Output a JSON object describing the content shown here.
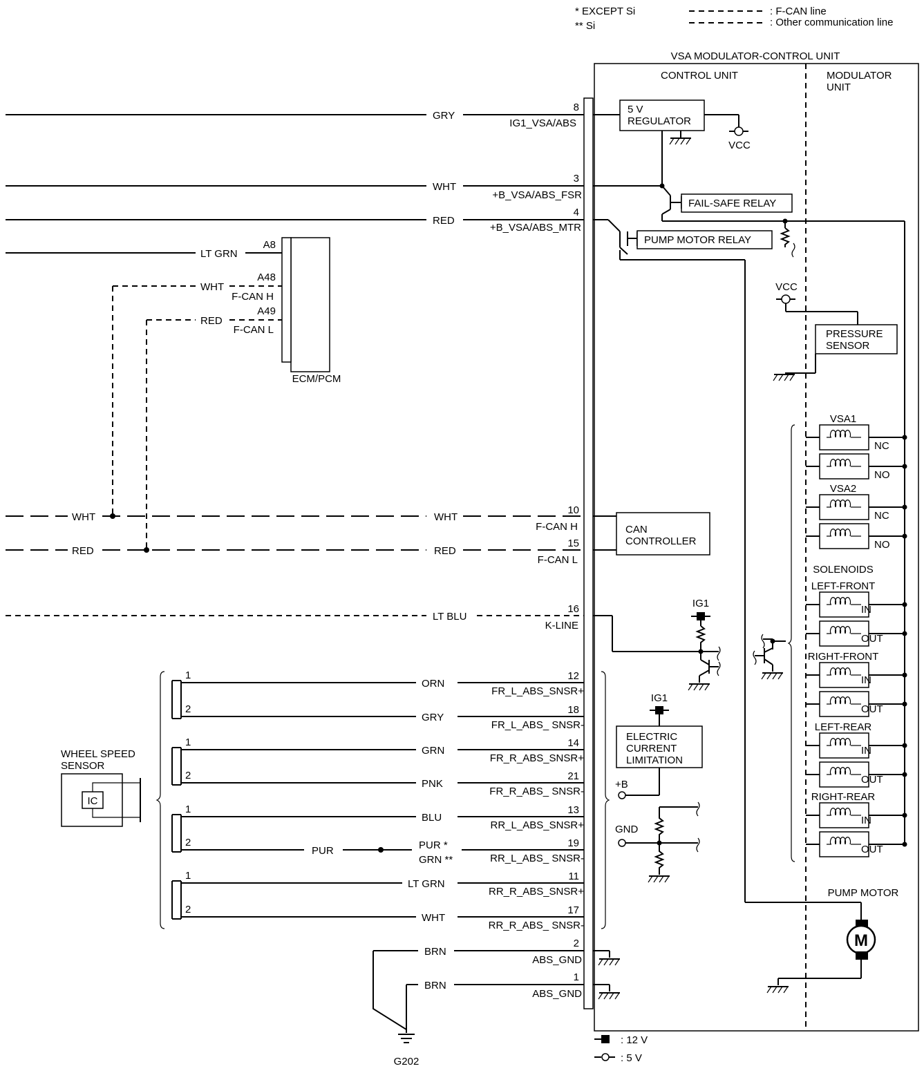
{
  "legend": {
    "except_si": "*  EXCEPT Si",
    "si": "** Si",
    "fcan_line": ": F-CAN line",
    "other_line": ": Other communication line",
    "v12": ": 12 V",
    "v5": ": 5 V"
  },
  "unit": {
    "title": "VSA MODULATOR-CONTROL UNIT",
    "control_unit": "CONTROL UNIT",
    "modulator_unit_1": "MODULATOR",
    "modulator_unit_2": "UNIT"
  },
  "components": {
    "regulator_1": "5 V",
    "regulator_2": "REGULATOR",
    "vcc": "VCC",
    "fail_safe_relay": "FAIL-SAFE RELAY",
    "pump_motor_relay": "PUMP MOTOR RELAY",
    "pressure_sensor_1": "PRESSURE",
    "pressure_sensor_2": "SENSOR",
    "can_controller_1": "CAN",
    "can_controller_2": "CONTROLLER",
    "ig1": "IG1",
    "ecl_1": "ELECTRIC",
    "ecl_2": "CURRENT",
    "ecl_3": "LIMITATION",
    "plus_b": "+B",
    "gnd": "GND",
    "ecm_pcm": "ECM/PCM",
    "wheel_speed_sensor_1": "WHEEL SPEED",
    "wheel_speed_sensor_2": "SENSOR",
    "ic": "IC",
    "g202": "G202",
    "pump_motor": "PUMP MOTOR",
    "motor_m": "M",
    "solenoids": "SOLENOIDS"
  },
  "solenoid_groups": [
    {
      "label": "VSA1",
      "a": "NC",
      "b": "NO"
    },
    {
      "label": "VSA2",
      "a": "NC",
      "b": "NO"
    },
    {
      "label": "LEFT-FRONT",
      "a": "IN",
      "b": "OUT"
    },
    {
      "label": "RIGHT-FRONT",
      "a": "IN",
      "b": "OUT"
    },
    {
      "label": "LEFT-REAR",
      "a": "IN",
      "b": "OUT"
    },
    {
      "label": "RIGHT-REAR",
      "a": "IN",
      "b": "OUT"
    }
  ],
  "ecm_pins": [
    {
      "pin": "A8",
      "wire": "LT GRN",
      "signal": ""
    },
    {
      "pin": "A48",
      "wire": "WHT",
      "signal": "F-CAN H"
    },
    {
      "pin": "A49",
      "wire": "RED",
      "signal": "F-CAN L"
    }
  ],
  "top_pins": [
    {
      "pin": "8",
      "wire": "GRY",
      "signal": "IG1_VSA/ABS"
    },
    {
      "pin": "3",
      "wire": "WHT",
      "signal": "+B_VSA/ABS_FSR"
    },
    {
      "pin": "4",
      "wire": "RED",
      "signal": "+B_VSA/ABS_MTR"
    }
  ],
  "can_pins": [
    {
      "pin": "10",
      "wire_left": "WHT",
      "wire": "WHT",
      "signal": "F-CAN H"
    },
    {
      "pin": "15",
      "wire_left": "RED",
      "wire": "RED",
      "signal": "F-CAN L"
    }
  ],
  "kline": {
    "pin": "16",
    "wire": "LT BLU",
    "signal": "K-LINE"
  },
  "sensor_pins": [
    {
      "sensor_pin": "1",
      "wire": "ORN",
      "pin": "12",
      "signal": "FR_L_ABS_SNSR+"
    },
    {
      "sensor_pin": "2",
      "wire": "GRY",
      "pin": "18",
      "signal": "FR_L_ABS_ SNSR-"
    },
    {
      "sensor_pin": "1",
      "wire": "GRN",
      "pin": "14",
      "signal": "FR_R_ABS_SNSR+"
    },
    {
      "sensor_pin": "2",
      "wire": "PNK",
      "pin": "21",
      "signal": "FR_R_ABS_ SNSR-"
    },
    {
      "sensor_pin": "1",
      "wire": "BLU",
      "pin": "13",
      "signal": "RR_L_ABS_SNSR+"
    },
    {
      "sensor_pin": "2",
      "wire": "PUR *",
      "wire2": "GRN **",
      "wire_left": "PUR",
      "pin": "19",
      "signal": "RR_L_ABS_ SNSR-"
    },
    {
      "sensor_pin": "1",
      "wire": "LT GRN",
      "pin": "11",
      "signal": "RR_R_ABS_SNSR+"
    },
    {
      "sensor_pin": "2",
      "wire": "WHT",
      "pin": "17",
      "signal": "RR_R_ABS_ SNSR-"
    }
  ],
  "gnd_pins": [
    {
      "pin": "2",
      "wire": "BRN",
      "signal": "ABS_GND"
    },
    {
      "pin": "1",
      "wire": "BRN",
      "signal": "ABS_GND"
    }
  ]
}
